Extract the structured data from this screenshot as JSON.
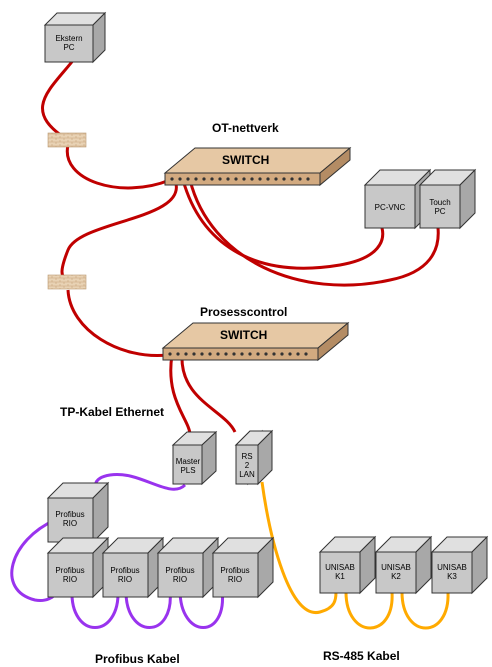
{
  "labels": {
    "ot_network": "OT-nettverk",
    "process_control": "Prosesscontrol",
    "tp_cable": "TP-Kabel Ethernet",
    "profibus_cable": "Profibus Kabel",
    "rs485_cable": "RS-485 Kabel"
  },
  "switches": {
    "ot": "SWITCH",
    "process": "SWITCH"
  },
  "devices": {
    "external_pc": [
      "Ekstern",
      "PC"
    ],
    "pc_vnc": [
      "PC-VNC"
    ],
    "touch_pc": [
      "Touch",
      "PC"
    ],
    "master_pls": [
      "Master",
      "PLS"
    ],
    "rs2lan": [
      "RS",
      "2",
      "LAN"
    ],
    "profibus_top": [
      "Profibus",
      "RIO"
    ],
    "profibus_1": [
      "Profibus",
      "RIO"
    ],
    "profibus_2": [
      "Profibus",
      "RIO"
    ],
    "profibus_3": [
      "Profibus",
      "RIO"
    ],
    "profibus_4": [
      "Profibus",
      "RIO"
    ],
    "unisab_1": [
      "UNISAB",
      "K1"
    ],
    "unisab_2": [
      "UNISAB",
      "K2"
    ],
    "unisab_3": [
      "UNISAB",
      "K3"
    ]
  },
  "colors": {
    "ethernet": "#c00000",
    "profibus": "#9933ee",
    "rs485": "#ffaa00",
    "switch": "#d8b48c",
    "firewall": "#e0c8a8",
    "device": "#c8c8c8"
  }
}
